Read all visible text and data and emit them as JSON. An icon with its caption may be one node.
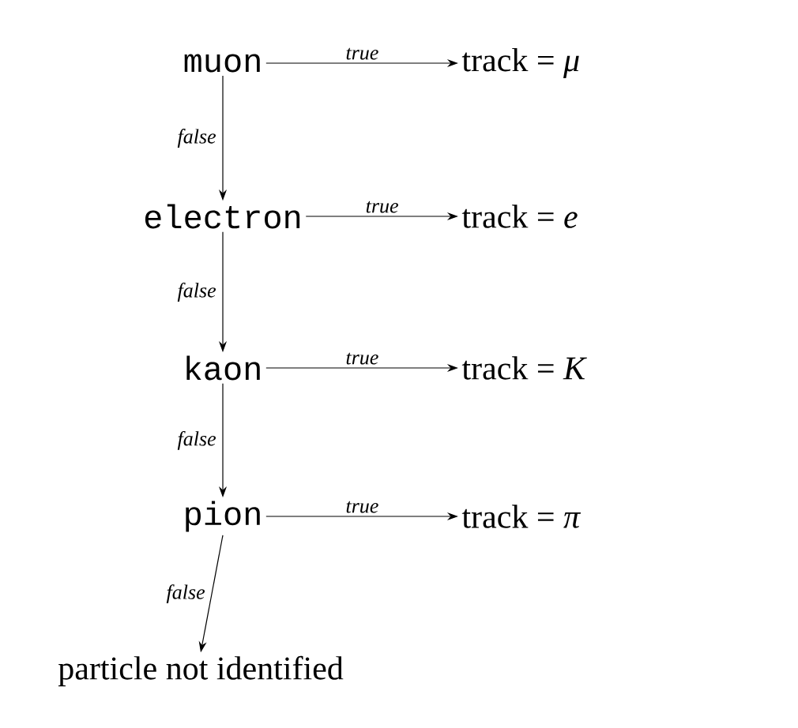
{
  "diagram": {
    "nodes": [
      {
        "text": [
          "muon"
        ]
      },
      {
        "text": [
          "track = *μ*"
        ]
      },
      {
        "text": [
          "electron"
        ]
      },
      {
        "text": [
          "track = *e*"
        ]
      },
      {
        "text": [
          "kaon"
        ]
      },
      {
        "text": [
          "track = *K*"
        ]
      },
      {
        "text": [
          "pion"
        ]
      },
      {
        "text": [
          "track = *π*"
        ]
      },
      {
        "text": [
          "particle not identified"
        ]
      }
    ],
    "edges": [
      {
        "from": 0,
        "to": 1,
        "arrow": "to",
        "label": "true"
      },
      {
        "from": 0,
        "to": 2,
        "arrow": "to",
        "label": "false"
      },
      {
        "from": 2,
        "to": 3,
        "arrow": "to",
        "label": "true"
      },
      {
        "from": 2,
        "to": 4,
        "arrow": "to",
        "label": "false"
      },
      {
        "from": 4,
        "to": 5,
        "arrow": "to",
        "label": "true"
      },
      {
        "from": 4,
        "to": 6,
        "arrow": "to",
        "label": "false"
      },
      {
        "from": 6,
        "to": 7,
        "arrow": "to",
        "label": "true"
      },
      {
        "from": 6,
        "to": 8,
        "arrow": "to",
        "label": "false"
      }
    ]
  }
}
